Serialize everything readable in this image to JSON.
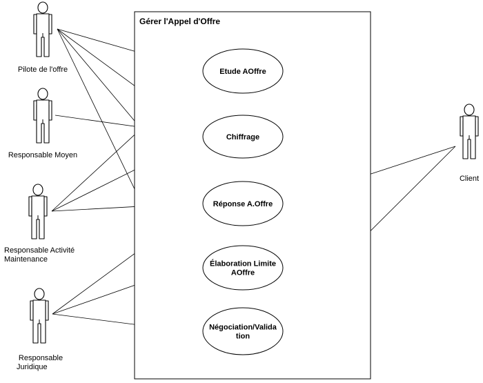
{
  "system": {
    "title": "Gérer l'Appel d'Offre"
  },
  "actors": [
    {
      "id": "pilote",
      "lines": [
        "Pilote de l'offre"
      ]
    },
    {
      "id": "moyen",
      "lines": [
        "Responsable Moyen"
      ]
    },
    {
      "id": "maintenance",
      "lines": [
        "Responsable Activité",
        "Maintenance"
      ]
    },
    {
      "id": "juridique",
      "lines": [
        "Responsable",
        "Juridique"
      ]
    },
    {
      "id": "client",
      "lines": [
        "Client"
      ]
    }
  ],
  "use_cases": [
    {
      "id": "etude",
      "lines": [
        "Etude AOffre"
      ]
    },
    {
      "id": "chiffrage",
      "lines": [
        "Chiffrage"
      ]
    },
    {
      "id": "reponse",
      "lines": [
        "Réponse A.Offre"
      ]
    },
    {
      "id": "elaboration",
      "lines": [
        "Élaboration Limite",
        "AOffre"
      ]
    },
    {
      "id": "negociation",
      "lines": [
        "Négociation/Valida",
        "tion"
      ]
    }
  ],
  "associations": [
    [
      "pilote",
      "etude"
    ],
    [
      "pilote",
      "chiffrage"
    ],
    [
      "pilote",
      "reponse"
    ],
    [
      "pilote",
      "negociation"
    ],
    [
      "moyen",
      "chiffrage"
    ],
    [
      "maintenance",
      "etude"
    ],
    [
      "maintenance",
      "chiffrage"
    ],
    [
      "maintenance",
      "reponse"
    ],
    [
      "juridique",
      "reponse"
    ],
    [
      "juridique",
      "elaboration"
    ],
    [
      "juridique",
      "negociation"
    ],
    [
      "client",
      "reponse"
    ],
    [
      "client",
      "negociation"
    ]
  ]
}
